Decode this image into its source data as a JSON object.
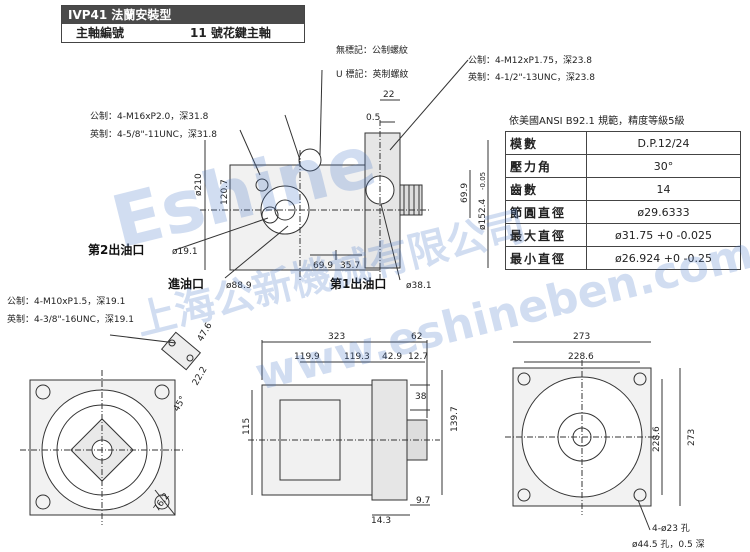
{
  "title": {
    "model": "IVP41 法蘭安裝型",
    "shaft_label": "主軸編號",
    "shaft_value": "11 號花鍵主軸"
  },
  "legend": {
    "no_mark": "無標記：公制螺紋",
    "u_mark": "U 標記：英制螺紋"
  },
  "callouts": {
    "top_right_metric": "公制：4-M12xP1.75，深23.8",
    "top_right_imperial": "英制：4-1/2\"-13UNC，深23.8",
    "mid_left_metric": "公制：4-M16xP2.0，深31.8",
    "mid_left_imperial": "英制：4-5/8\"-11UNC，深31.8",
    "port2": "第2出油口",
    "port2_dia": "ø19.1",
    "inlet": "進油口",
    "inlet_dia": "ø88.9",
    "port1": "第1出油口",
    "port1_dia": "ø38.1",
    "low_left_metric": "公制：4-M10xP1.5，深19.1",
    "low_left_imperial": "英制：4-3/8\"-16UNC，深19.1",
    "holes": "4-ø23 孔",
    "spotface": "ø44.5 孔，0.5 深"
  },
  "dims": {
    "d22": "22",
    "d0_5": "0.5",
    "d210": "ø210",
    "d120_7": "120.7",
    "d69_9a": "69.9",
    "d35_7": "35.7",
    "d69_9v": "69.9",
    "d152_4": "ø152.4",
    "d152_tol": "-0.05",
    "d323": "323",
    "d62": "62",
    "d119_9": "119.9",
    "d119_3": "119.3",
    "d42_9": "42.9",
    "d12_7": "12.7",
    "d38": "38",
    "d139_7": "139.7",
    "d115": "115",
    "d9_7": "9.7",
    "d14_3": "14.3",
    "d47_6": "47.6",
    "d22_2": "22.2",
    "d45": "45°",
    "d76_2": "76.2",
    "d273a": "273",
    "d228_6a": "228.6",
    "d228_6v": "228.6",
    "d273v": "273"
  },
  "spec": {
    "note": "依美國ANSI  B92.1 規範，精度等級5級",
    "rows": [
      {
        "k": "模數",
        "v": "D.P.12/24"
      },
      {
        "k": "壓力角",
        "v": "30°"
      },
      {
        "k": "齒數",
        "v": "14"
      },
      {
        "k": "節圓直徑",
        "v": "ø29.6333"
      },
      {
        "k": "最大直徑",
        "v": "ø31.75 +0 -0.025"
      },
      {
        "k": "最小直徑",
        "v": "ø26.924 +0 -0.25"
      }
    ]
  },
  "watermark": {
    "line1": "Eshine",
    "line2": "上海公新機械有限公司",
    "line3": "www.eshineben.com"
  }
}
